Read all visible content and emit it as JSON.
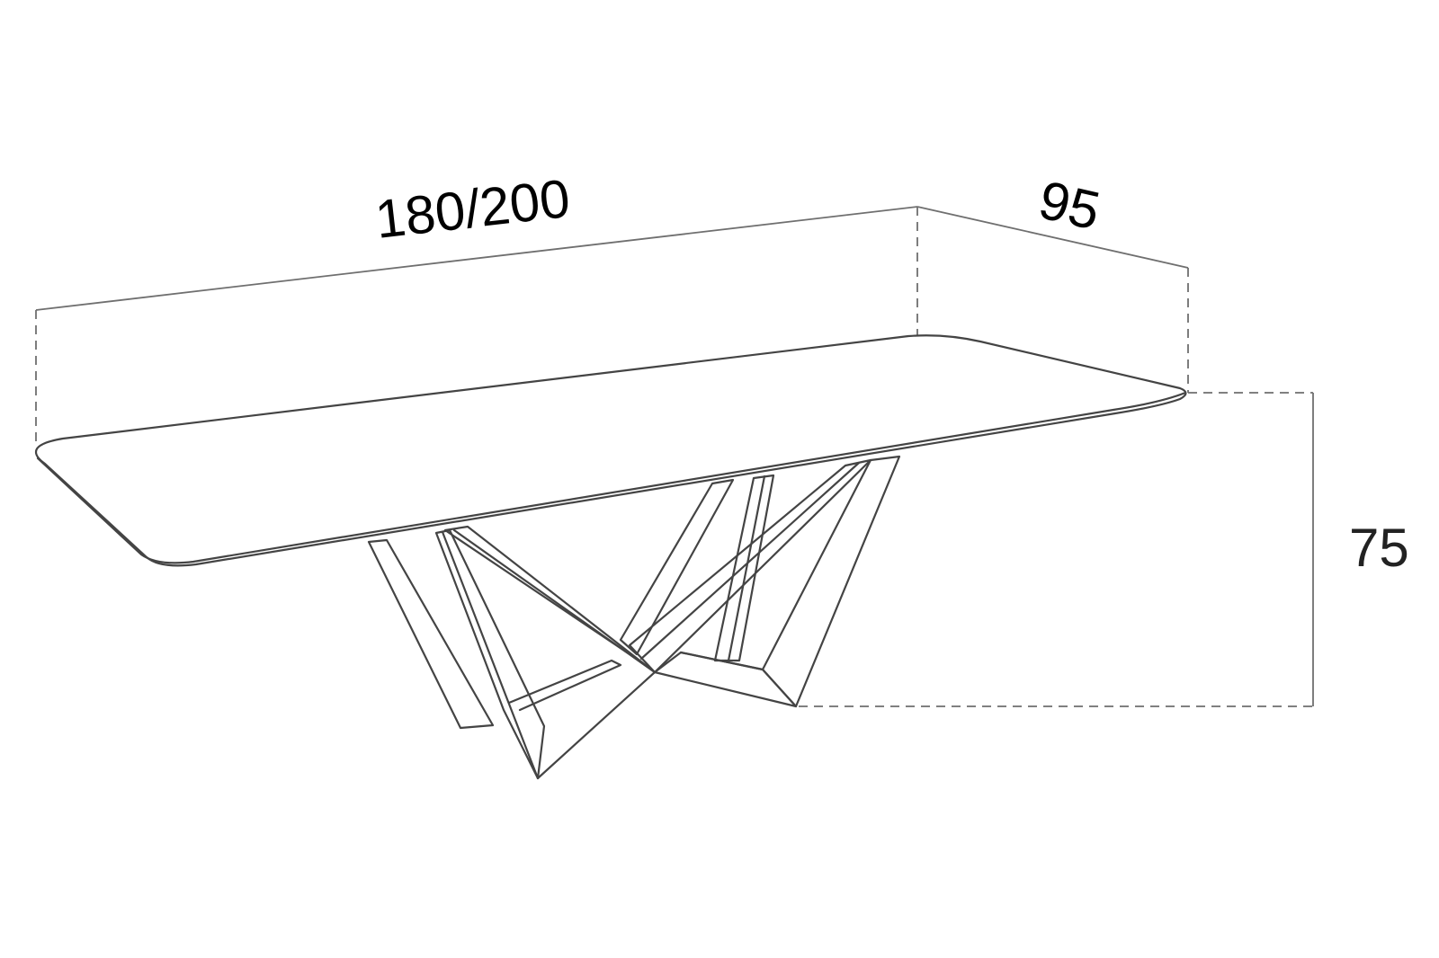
{
  "dimensions": {
    "length": "180/200",
    "depth": "95",
    "height": "75"
  },
  "colors": {
    "outline": "#444444",
    "dimension_line": "#6f6f6f",
    "background": "#ffffff"
  }
}
